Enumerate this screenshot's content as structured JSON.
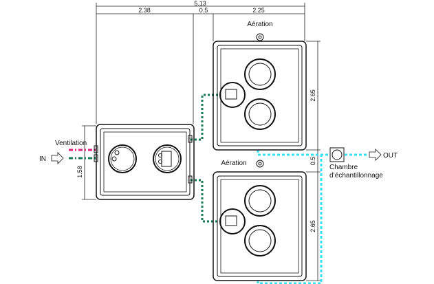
{
  "dimensions": {
    "total_width": "5.13",
    "left_width": "2.38",
    "gap_width": "0.5",
    "right_width": "2.25",
    "upper_height": "2.65",
    "middle_gap": "0.5",
    "lower_height": "2.65",
    "left_height": "1.58"
  },
  "labels": {
    "aeration_top": "Aération",
    "aeration_bottom": "Aération",
    "ventilation": "Ventilation",
    "inlet": "IN",
    "outlet": "OUT",
    "chamber_line1": "Chambre",
    "chamber_line2": "d’échantillonnage"
  },
  "colors": {
    "ventilation_pipe": "#e0207a",
    "inlet_pipe": "#137a52",
    "aeration_pipe": "#137a52",
    "outlet_pipe": "#35e0f0"
  }
}
